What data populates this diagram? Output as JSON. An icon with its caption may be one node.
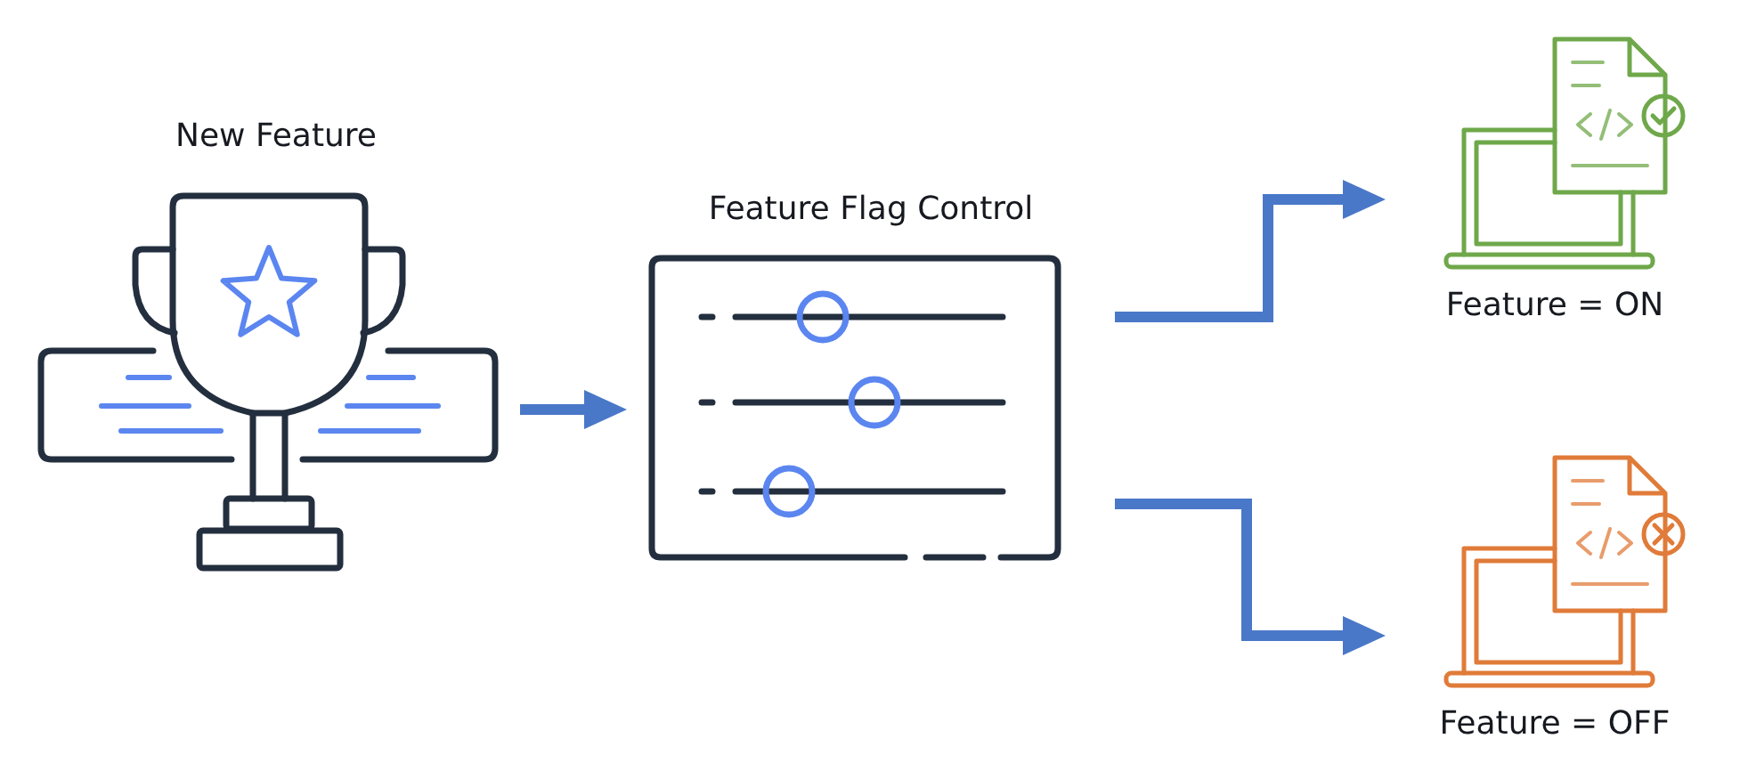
{
  "diagram": {
    "nodes": [
      {
        "text": [
          "New Feature"
        ]
      },
      {
        "text": [
          "Feature Flag Control"
        ]
      },
      {
        "text": [
          "Feature = ON"
        ]
      },
      {
        "text": [
          "Feature = OFF"
        ]
      }
    ],
    "edges": [
      {
        "from": 0,
        "to": 1,
        "arrow": "to"
      },
      {
        "from": 1,
        "to": 2,
        "arrow": "to"
      },
      {
        "from": 1,
        "to": 3,
        "arrow": "to"
      }
    ]
  }
}
